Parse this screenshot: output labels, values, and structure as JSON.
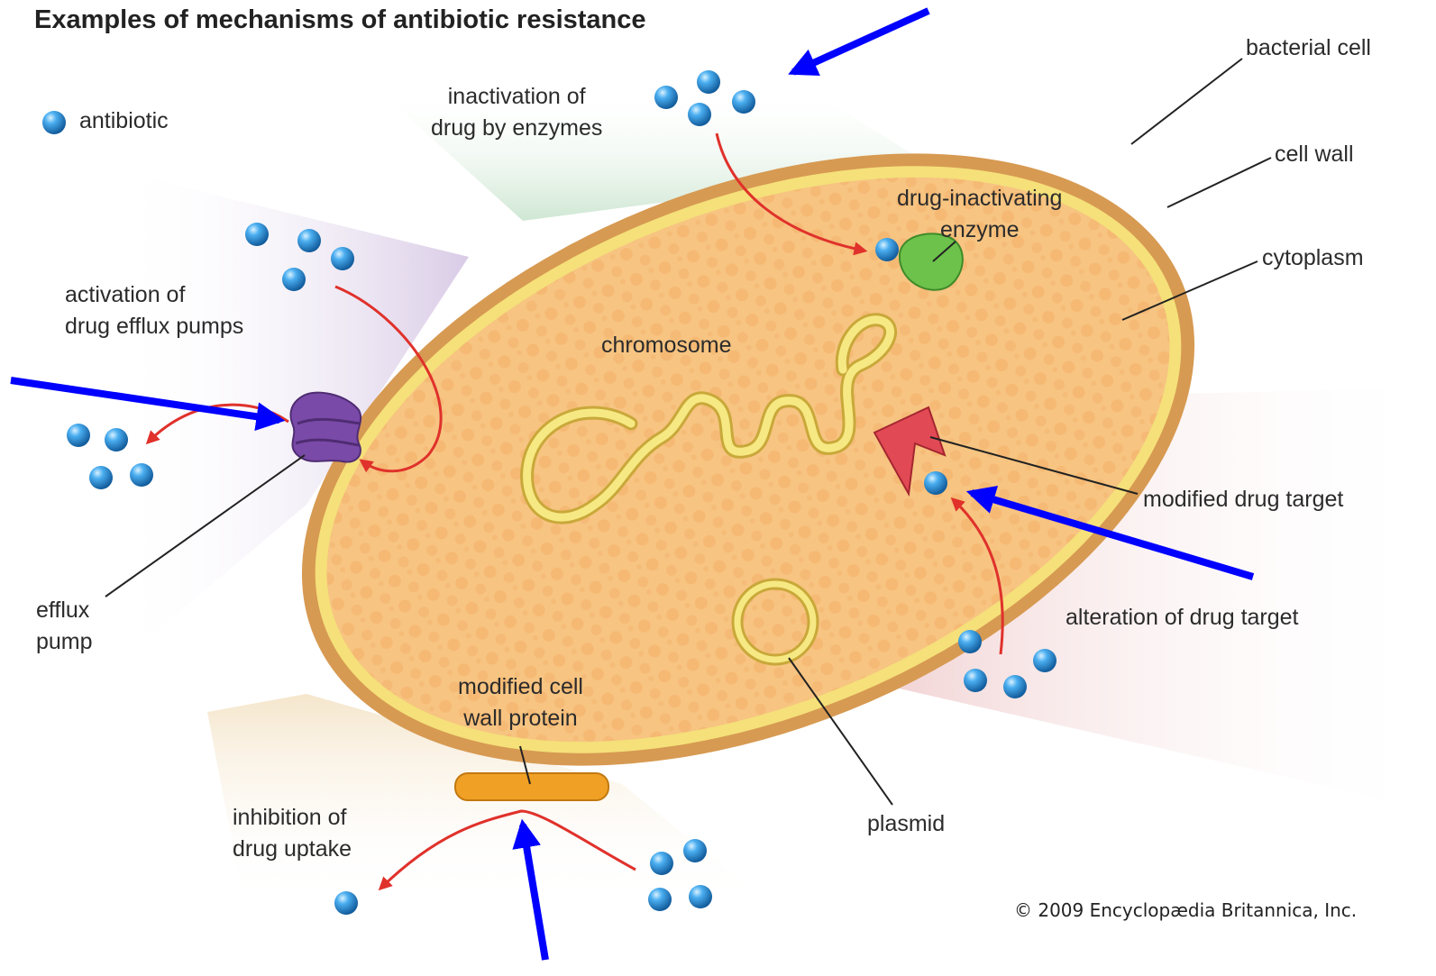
{
  "title": "Examples of mechanisms of antibiotic resistance",
  "legend": {
    "label": "antibiotic"
  },
  "labels": {
    "bacterial_cell": "bacterial cell",
    "cell_wall": "cell wall",
    "cytoplasm": "cytoplasm",
    "enzyme": {
      "line1": "drug-inactivating",
      "line2": "enzyme"
    },
    "chromosome": "chromosome",
    "modified_drug_target": "modified drug target",
    "plasmid": "plasmid",
    "efflux_pump": {
      "line1": "efflux",
      "line2": "pump"
    },
    "modified_cell_wall_protein": {
      "line1": "modified cell",
      "line2": "wall protein"
    }
  },
  "mechanisms": {
    "inactivation": {
      "line1": "inactivation of",
      "line2": "drug by enzymes"
    },
    "efflux": {
      "line1": "activation of",
      "line2": "drug efflux pumps"
    },
    "alteration": "alteration of drug target",
    "uptake": {
      "line1": "inhibition of",
      "line2": "drug uptake"
    }
  },
  "copyright": "© 2009 Encyclopædia Britannica, Inc.",
  "colors": {
    "antibiotic": "#2a8fd6",
    "reaction_arrow": "#e0312b",
    "highlight_arrow": "#0000ff",
    "cell_wall": "#d79a52",
    "cytoplasm": "#f7c481",
    "enzyme": "#6cc24a",
    "efflux_pump": "#7a4aa8",
    "drug_target": "#e14a55",
    "cell_wall_protein": "#f0a125",
    "chromosome": "#f3e37a"
  }
}
